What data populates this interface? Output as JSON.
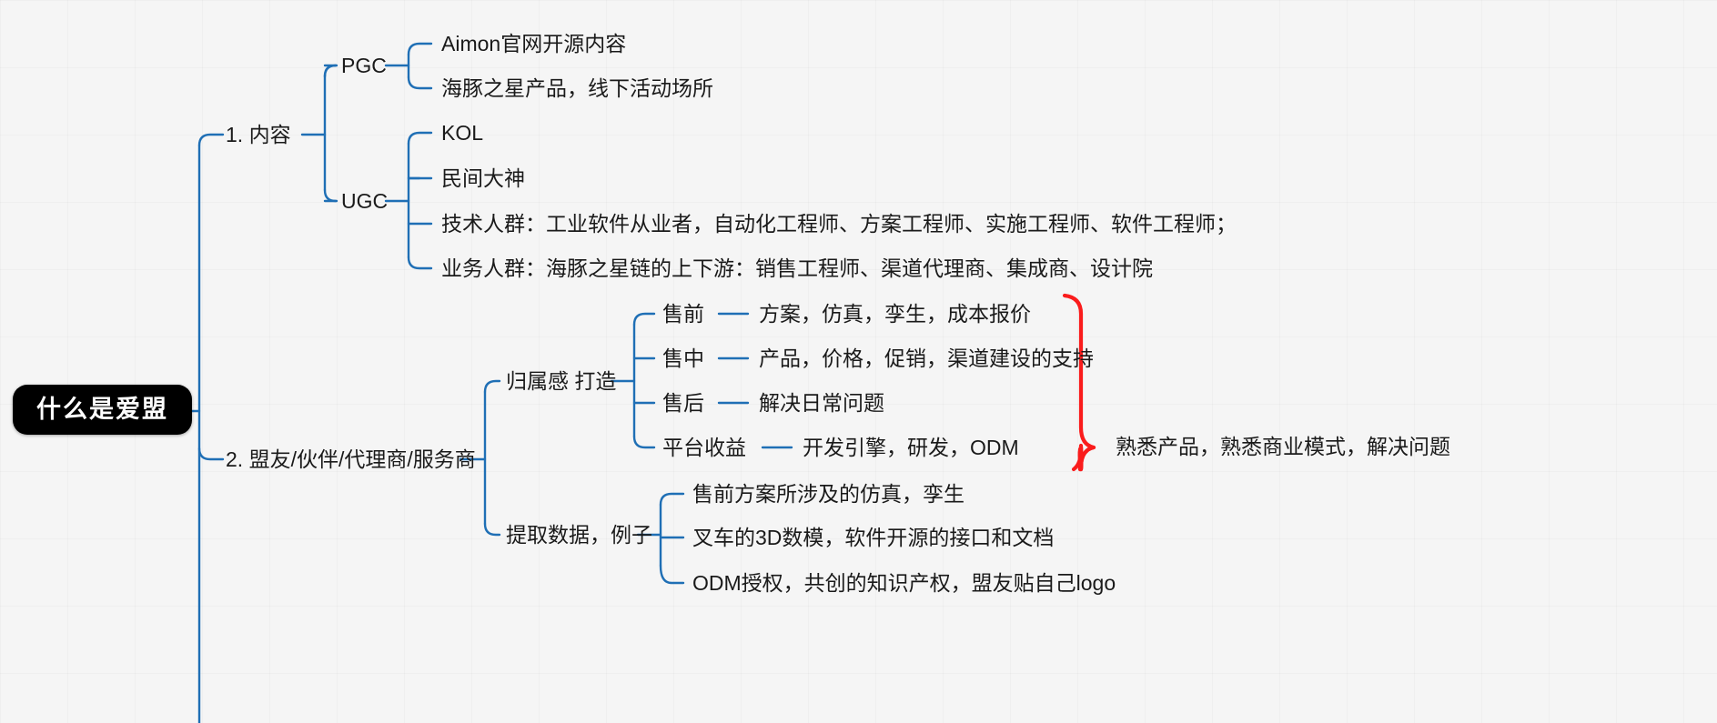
{
  "meta": {
    "diagram_type": "mindmap",
    "background_color": "#f5f5f5",
    "link_color": "#1f6fb5",
    "brace_color": "#fa1c1c",
    "root_bg": "#000000",
    "root_text_color": "#ffffff",
    "text_color": "#1a1a1a"
  },
  "root": {
    "label": "什么是爱盟"
  },
  "branches": [
    {
      "id": "content",
      "label": "1. 内容",
      "children": [
        {
          "id": "pgc",
          "label": "PGC",
          "children": [
            {
              "label": "Aimon官网开源内容"
            },
            {
              "label": "海豚之星产品，线下活动场所"
            }
          ]
        },
        {
          "id": "ugc",
          "label": "UGC",
          "children": [
            {
              "label": "KOL"
            },
            {
              "label": "民间大神"
            },
            {
              "label": "技术人群：工业软件从业者，自动化工程师、方案工程师、实施工程师、软件工程师；"
            },
            {
              "label": "业务人群：海豚之星链的上下游：销售工程师、渠道代理商、集成商、设计院"
            }
          ]
        }
      ]
    },
    {
      "id": "allies",
      "label": "2. 盟友/伙伴/代理商/服务商",
      "children": [
        {
          "id": "belonging",
          "label": "归属感 打造",
          "children": [
            {
              "label": "售前",
              "detail": "方案，仿真，孪生，成本报价"
            },
            {
              "label": "售中",
              "detail": "产品，价格，促销，渠道建设的支持"
            },
            {
              "label": "售后",
              "detail": "解决日常问题"
            },
            {
              "label": "平台收益",
              "detail": "开发引擎，研发，ODM"
            }
          ]
        },
        {
          "id": "extract",
          "label": "提取数据，例子",
          "children": [
            {
              "label": "售前方案所涉及的仿真，孪生"
            },
            {
              "label": "叉车的3D数模，软件开源的接口和文档"
            },
            {
              "label": "ODM授权，共创的知识产权，盟友贴自己logo"
            }
          ]
        }
      ]
    }
  ],
  "annotations": [
    {
      "id": "brace-note",
      "label": "熟悉产品，熟悉商业模式，解决问题",
      "color": "#fa1c1c"
    }
  ]
}
